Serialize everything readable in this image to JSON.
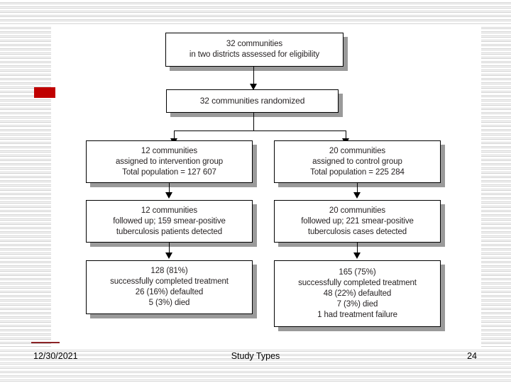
{
  "slide": {
    "footer": {
      "date": "12/30/2021",
      "title": "Study Types",
      "page_number": "24"
    },
    "accent_color": "#c00000",
    "rule_color": "#8b2326"
  },
  "flowchart": {
    "type": "consort-flow-diagram",
    "nodes": [
      {
        "id": "eligibility",
        "lines": [
          "32 communities",
          "in two districts assessed for eligibility"
        ]
      },
      {
        "id": "randomized",
        "lines": [
          "32 communities randomized"
        ]
      },
      {
        "id": "intervention-assigned",
        "lines": [
          "12 communities",
          "assigned to intervention group",
          "Total population = 127 607"
        ]
      },
      {
        "id": "control-assigned",
        "lines": [
          "20 communities",
          "assigned to control group",
          "Total population = 225 284"
        ]
      },
      {
        "id": "intervention-followup",
        "lines": [
          "12 communities",
          "followed up; 159 smear-positive",
          "tuberculosis patients detected"
        ]
      },
      {
        "id": "control-followup",
        "lines": [
          "20 communities",
          "followed up; 221 smear-positive",
          "tuberculosis cases detected"
        ]
      },
      {
        "id": "intervention-outcome",
        "lines": [
          "128 (81%)",
          "successfully completed treatment",
          "26 (16%) defaulted",
          "5 (3%) died"
        ]
      },
      {
        "id": "control-outcome",
        "lines": [
          "165 (75%)",
          "successfully completed treatment",
          "48 (22%) defaulted",
          "7 (3%) died",
          "1 had treatment failure"
        ]
      }
    ]
  }
}
